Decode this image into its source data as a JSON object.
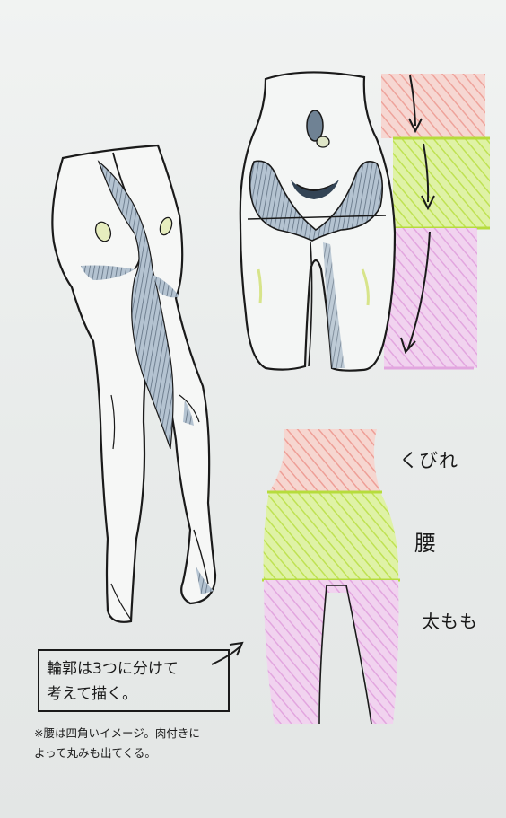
{
  "labels": {
    "kubire": "くびれ",
    "koshi": "腰",
    "futomomo": "太もも"
  },
  "note": {
    "line1": "輪郭は3つに分けて",
    "line2": "考えて描く。"
  },
  "footnote": {
    "line1": "※腰は四角いイメージ。肉付きに",
    "line2": "よって丸みも出てくる。"
  },
  "colors": {
    "section_waist_pink": "#f2b0a8",
    "section_hip_green": "#c9ea6a",
    "section_thigh_violet": "#e7b3e4",
    "ink": "#1a1a1a",
    "shadow_blue": "#8fa3b8"
  }
}
